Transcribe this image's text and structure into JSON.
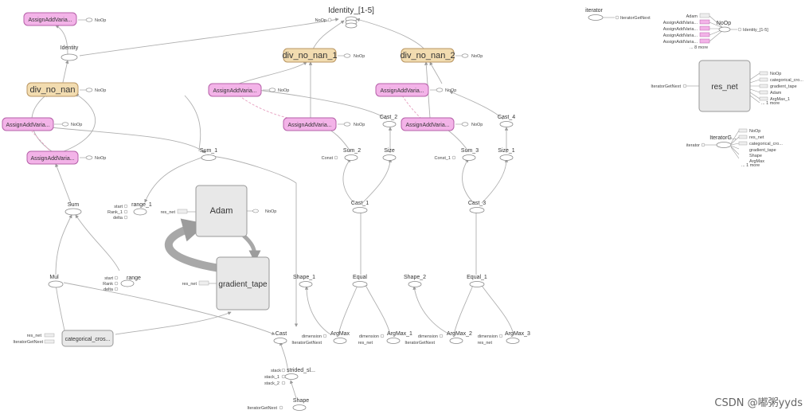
{
  "nodes": {
    "identity_1_5": "Identity_[1-5]",
    "identity": "Identity",
    "div_no_nan": "div_no_nan",
    "div_no_nan_1": "div_no_nan_1",
    "div_no_nan_2": "div_no_nan_2",
    "assign_label": "AssignAddVaria...",
    "sum": "Sum",
    "sum_1": "Sum_1",
    "sum_2": "Sum_2",
    "sum_3": "Sum_3",
    "cast": "Cast",
    "cast_1": "Cast_1",
    "cast_2": "Cast_2",
    "cast_3": "Cast_3",
    "cast_4": "Cast_4",
    "size": "Size",
    "size_1": "Size_1",
    "const": "Const",
    "const_1": "Const_1",
    "range": "range",
    "range_1": "range_1",
    "start": "start",
    "rank": "Rank",
    "rank_1": "Rank_1",
    "delta": "delta",
    "adam": "Adam",
    "gradient_tape": "gradient_tape",
    "res_net": "res_net",
    "mul": "Mul",
    "categorical": "categorical_cros...",
    "iterator_get_next": "IteratorGetNext",
    "shape": "Shape",
    "shape_1": "Shape_1",
    "shape_2": "Shape_2",
    "equal": "Equal",
    "equal_1": "Equal_1",
    "argmax": "ArgMax",
    "argmax_1": "ArgMax_1",
    "argmax_2": "ArgMax_2",
    "argmax_3": "ArgMax_3",
    "dimension": "dimension",
    "strided": "strided_sl...",
    "stack": "stack",
    "stack_1": "stack_1",
    "stack_2": "stack_2",
    "noop": "NoOp"
  },
  "aux": {
    "iterator": "iterator",
    "iterator_get_next": "IteratorGetNext",
    "noop_title": "NoOp",
    "noop_inputs": [
      "Adam",
      "AssignAddVaria...",
      "AssignAddVaria...",
      "AssignAddVaria...",
      "AssignAddVaria..."
    ],
    "noop_more": "... 8 more",
    "noop_output": "Identity_[1-5]",
    "res_net_title": "res_net",
    "res_net_input": "IteratorGetNext",
    "res_net_outputs": [
      "NoOp",
      "categorical_cro...",
      "gradient_tape",
      "Adam",
      "ArgMax_1"
    ],
    "res_net_more": "... 1 more",
    "iterator_g_title": "IteratorG...",
    "iterator_g_input": "iterator",
    "iterator_g_outputs": [
      "NoOp",
      "res_net",
      "categorical_cro...",
      "gradient_tape",
      "Shape",
      "ArgMax"
    ],
    "iterator_g_more": "... 1 more"
  },
  "watermark": "CSDN @嘟粥yyds",
  "colors": {
    "assign": "#f3b3e8",
    "div": "#f2dcb0",
    "group": "#e8e8e8"
  }
}
